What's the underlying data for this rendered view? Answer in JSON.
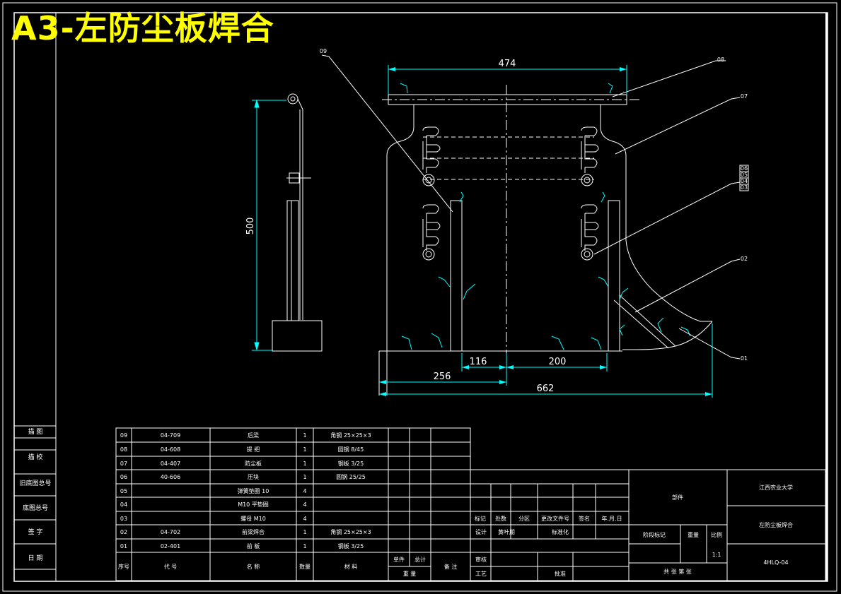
{
  "title": "A3-左防尘板焊合",
  "dimensions": {
    "width_474": "474",
    "height_500": "500",
    "d116": "116",
    "d200": "200",
    "d256": "256",
    "d662": "662"
  },
  "callouts": {
    "c09": "09",
    "c08": "08",
    "c07": "07",
    "c06a": "06",
    "c05": "05",
    "c04": "04",
    "c03": "03",
    "c02": "02",
    "c01": "01"
  },
  "left_column": [
    "描 图",
    "描 校",
    "旧底图总号",
    "底图总号",
    "签 字",
    "日 期"
  ],
  "bom": {
    "rows": [
      {
        "no": "09",
        "code": "04-709",
        "name": "后梁",
        "qty": "1",
        "material": "角钢 25×25×3"
      },
      {
        "no": "08",
        "code": "04-608",
        "name": "提 把",
        "qty": "1",
        "material": "圆钢 8/45"
      },
      {
        "no": "07",
        "code": "04-407",
        "name": "防尘板",
        "qty": "1",
        "material": "钢板 3/25"
      },
      {
        "no": "06",
        "code": "40-606",
        "name": "压块",
        "qty": "1",
        "material": "圆钢 25/25"
      },
      {
        "no": "05",
        "code": "",
        "name": "弹簧垫圈 10",
        "qty": "4",
        "material": ""
      },
      {
        "no": "04",
        "code": "",
        "name": "M10 平垫圈",
        "qty": "4",
        "material": ""
      },
      {
        "no": "03",
        "code": "",
        "name": "螺母 M10",
        "qty": "4",
        "material": ""
      },
      {
        "no": "02",
        "code": "04-702",
        "name": "前梁焊合",
        "qty": "1",
        "material": "角钢 25×25×3"
      },
      {
        "no": "01",
        "code": "02-401",
        "name": "前 板",
        "qty": "1",
        "material": "钢板 3/25"
      }
    ],
    "header": {
      "no": "序号",
      "code": "代 号",
      "name": "名 称",
      "qty": "数量",
      "material": "材 料",
      "unit": "单件",
      "total": "总计",
      "weight": "重 量",
      "remark": "备 注"
    }
  },
  "title_block": {
    "mark": "标记",
    "count": "处数",
    "zone": "分区",
    "change_no": "更改文件号",
    "sign": "签名",
    "date": "年.月.日",
    "design": "设计",
    "designer": "黄叶朋",
    "standard": "标准化",
    "review": "审核",
    "craft": "工艺",
    "approve": "批准",
    "part_label": "部件",
    "stage": "阶段标记",
    "weight": "重量",
    "scale_label": "比例",
    "scale": "1:1",
    "sheets": "共 张 第 张",
    "university": "江西农业大学",
    "drawing_name": "左防尘板焊合",
    "drawing_no": "4HLQ-04"
  }
}
